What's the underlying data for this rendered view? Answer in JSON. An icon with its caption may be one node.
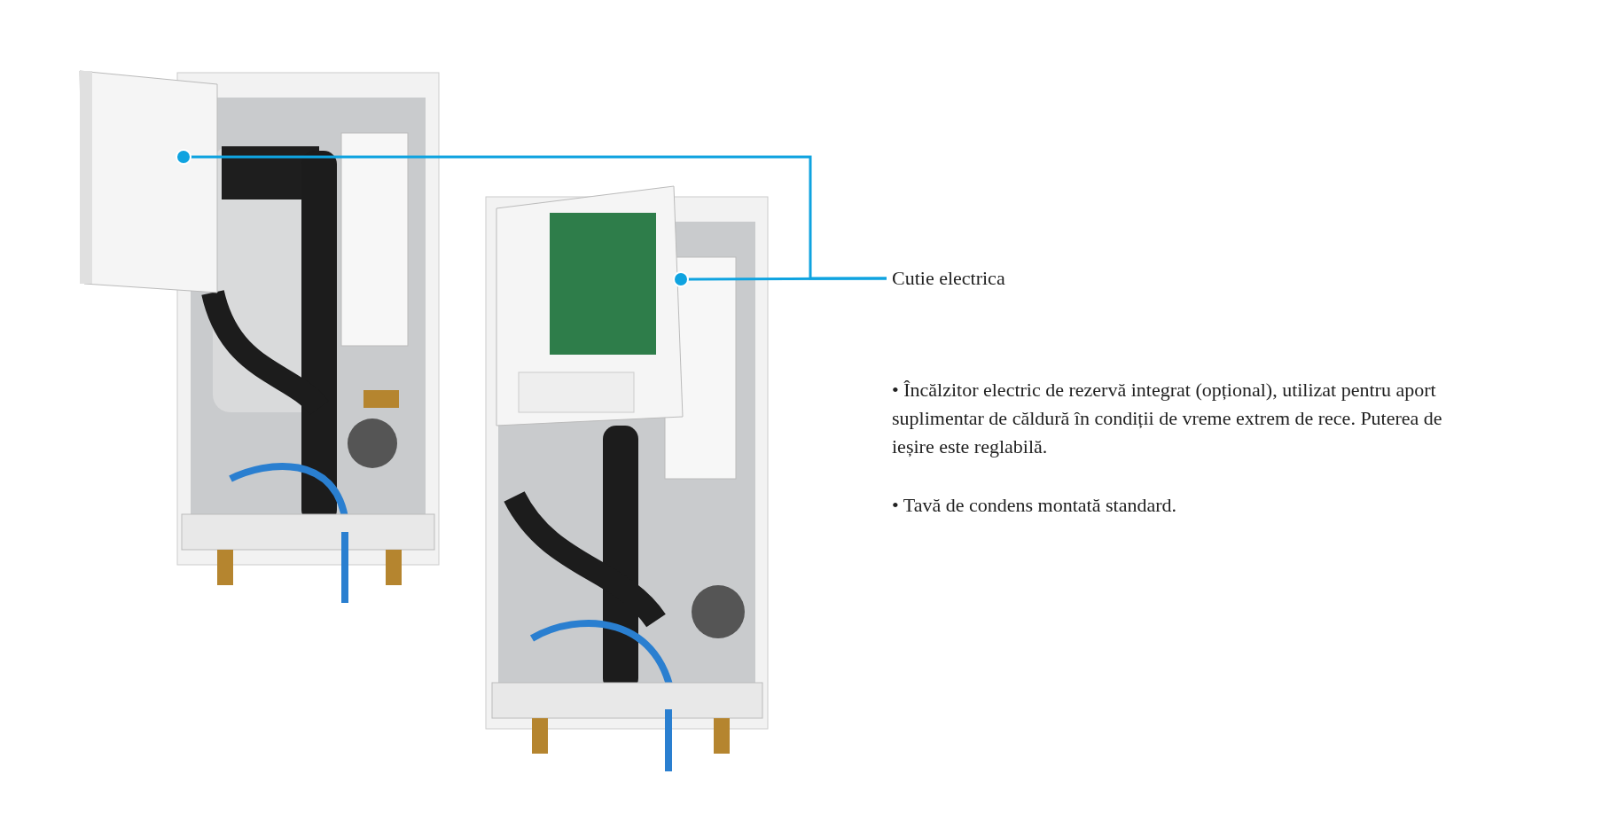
{
  "diagram": {
    "nodes": [
      {
        "text": [
          "Cutie electrica"
        ]
      },
      {
        "text": [],
        "shape": "circle"
      },
      {
        "text": [],
        "shape": "circle"
      }
    ],
    "edges": [
      {
        "from": 0,
        "to": 1,
        "arrow": "none"
      },
      {
        "from": 0,
        "to": 2,
        "arrow": "none"
      }
    ],
    "labels": [
      "• Încălzitor electric de rezervă integrat (opțional), utilizat pentru aport suplimentar de căldură în condiții de vreme extrem de rece. Puterea de ieșire este reglabilă.",
      "• Tavă de condens montată standard."
    ]
  }
}
